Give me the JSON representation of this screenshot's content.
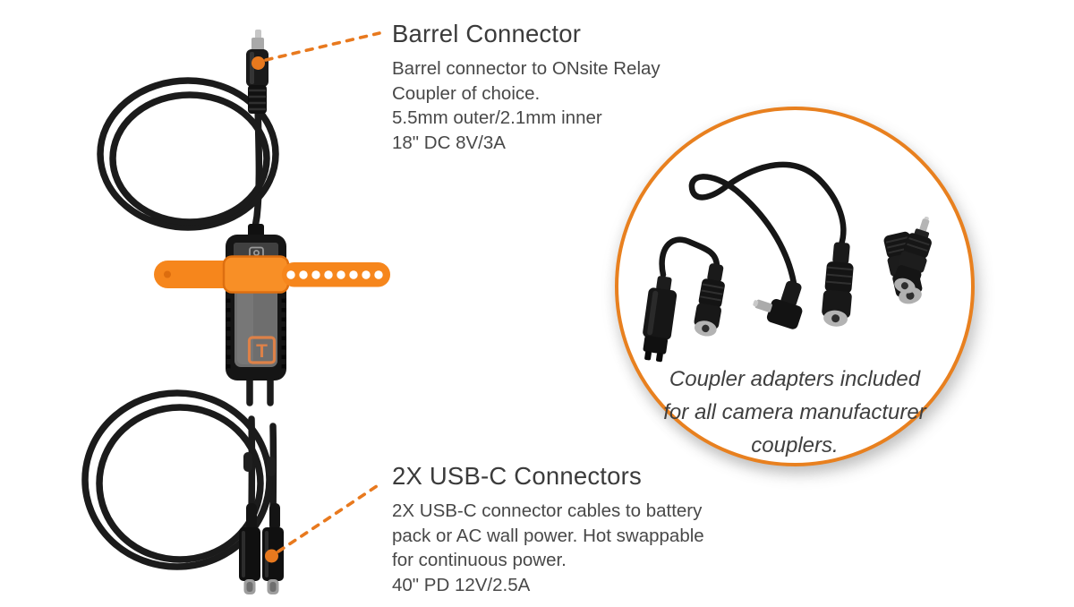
{
  "page": {
    "background": "#ffffff"
  },
  "colors": {
    "accent_orange": "#e8801f",
    "strap_orange": "#f6861c",
    "logo_copper": "#dd8148",
    "heading_text": "#3b3b3b",
    "body_text": "#484848",
    "cable_black": "#1b1b1b",
    "metal_gray": "#aeaeae"
  },
  "device": {
    "logo_letter": "T"
  },
  "annotations": {
    "barrel": {
      "title": "Barrel Connector",
      "lines": [
        "Barrel connector to ONsite Relay",
        "Coupler of choice.",
        "5.5mm outer/2.1mm inner",
        "18\" DC 8V/3A"
      ]
    },
    "usbc": {
      "title": "2X USB-C Connectors",
      "lines": [
        "2X USB-C connector cables to battery",
        "pack or AC wall power. Hot swappable",
        "for continuous power.",
        "40\" PD 12V/2.5A"
      ]
    }
  },
  "adapter_circle": {
    "caption_lines": [
      "Coupler adapters included",
      "for all camera manufacturer",
      "couplers."
    ]
  }
}
